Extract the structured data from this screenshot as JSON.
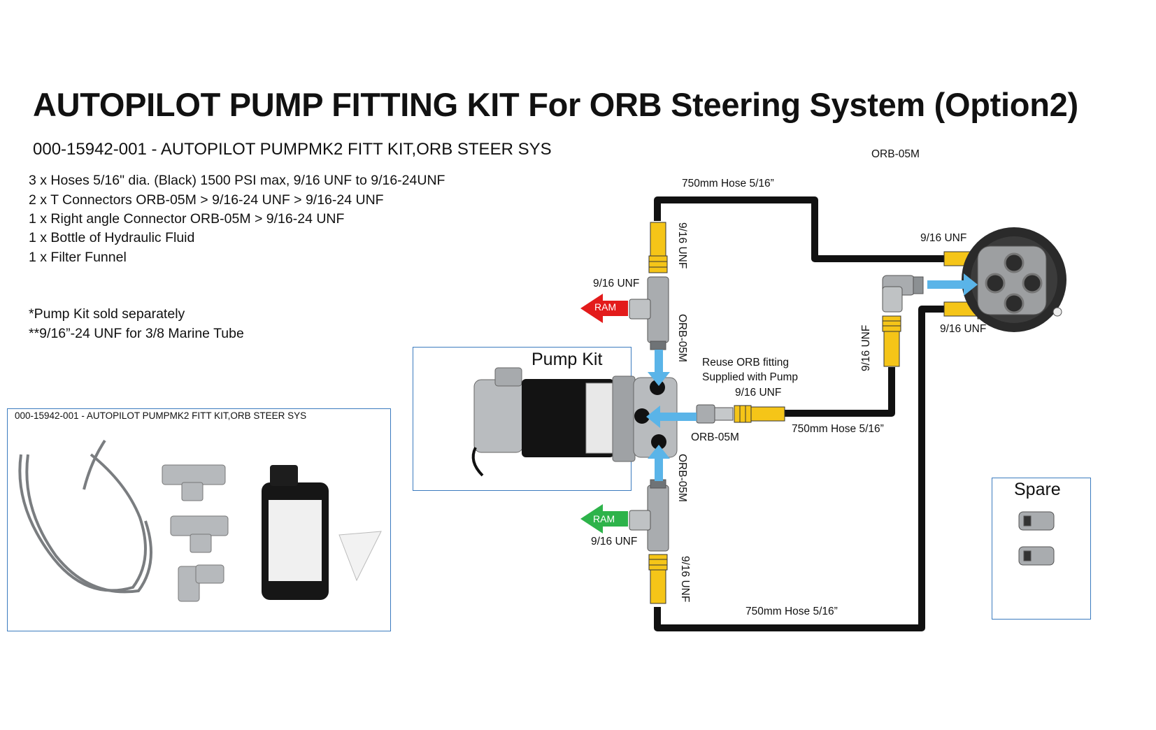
{
  "title": "AUTOPILOT PUMP FITTING KIT For ORB Steering System (Option2)",
  "subtitle": "000-15942-001 - AUTOPILOT PUMPMK2 FITT KIT,ORB STEER SYS",
  "kit_contents": [
    "3 x Hoses 5/16\" dia. (Black) 1500 PSI max, 9/16 UNF to 9/16-24UNF",
    "2 x T Connectors ORB-05M > 9/16-24 UNF > 9/16-24 UNF",
    "1 x Right angle Connector ORB-05M > 9/16-24 UNF",
    "1 x Bottle of Hydraulic Fluid",
    "1 x Filter Funnel"
  ],
  "notes": [
    "*Pump Kit sold separately",
    "**9/16”-24 UNF for 3/8 Marine Tube"
  ],
  "kit_photo_caption": "000-15942-001 - AUTOPILOT PUMPMK2 FITT KIT,ORB STEER SYS",
  "pump_kit_label": "Pump Kit",
  "spare_label": "Spare",
  "diagram_labels": {
    "orb_top_right": "ORB-05M",
    "hose_top": "750mm Hose 5/16”",
    "hose_middle": "750mm Hose 5/16”",
    "hose_bottom": "750mm Hose 5/16”",
    "unf_top_vertical": "9/16 UNF",
    "unf_top_tee": "9/16 UNF",
    "unf_helm_top": "9/16 UNF",
    "unf_helm_bottom": "9/16 UNF",
    "unf_right_vertical": "9/16 UNF",
    "unf_pump_outlet": "9/16 UNF",
    "unf_bottom_tee": "9/16 UNF",
    "unf_bottom_vertical": "9/16 UNF",
    "orb_upper_vertical": "ORB-05M",
    "orb_lower_vertical": "ORB-05M",
    "orb_pump": "ORB-05M",
    "reuse_line1": "Reuse ORB  fitting",
    "reuse_line2": "Supplied with Pump",
    "ram_top": "RAM",
    "ram_bottom": "RAM"
  },
  "colors": {
    "hose": "#111111",
    "fitting_yellow": "#f5c518",
    "flow_arrow": "#5ab4e8",
    "ram_top_arrow": "#e31b1b",
    "ram_bottom_arrow": "#2db34a",
    "frame_blue": "#3b7bbf"
  }
}
